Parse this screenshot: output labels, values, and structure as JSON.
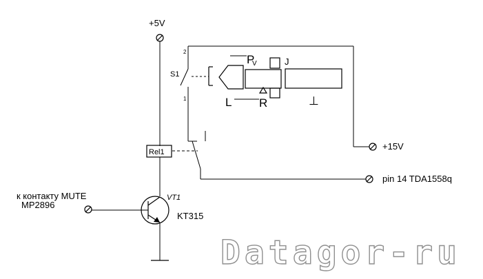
{
  "labels": {
    "supply_5v": "+5V",
    "supply_15v": "+15V",
    "switch": "S1",
    "contact_2": "2",
    "contact_1": "1",
    "relay": "Rel1",
    "transistor_ref": "VT1",
    "transistor_type": "KT315",
    "mute_line1": "к контакту MUTE",
    "mute_line2": "MP2896",
    "pin14": "pin 14 TDA1558q",
    "jack_p": "P",
    "jack_v": "V",
    "jack_j": "J",
    "jack_l": "L",
    "jack_r": "R",
    "jack_ground": "⊥"
  },
  "watermark": "Datagor-ru",
  "colors": {
    "line": "#000000",
    "watermark_outline": "#8f8f8f",
    "background": "#ffffff"
  }
}
